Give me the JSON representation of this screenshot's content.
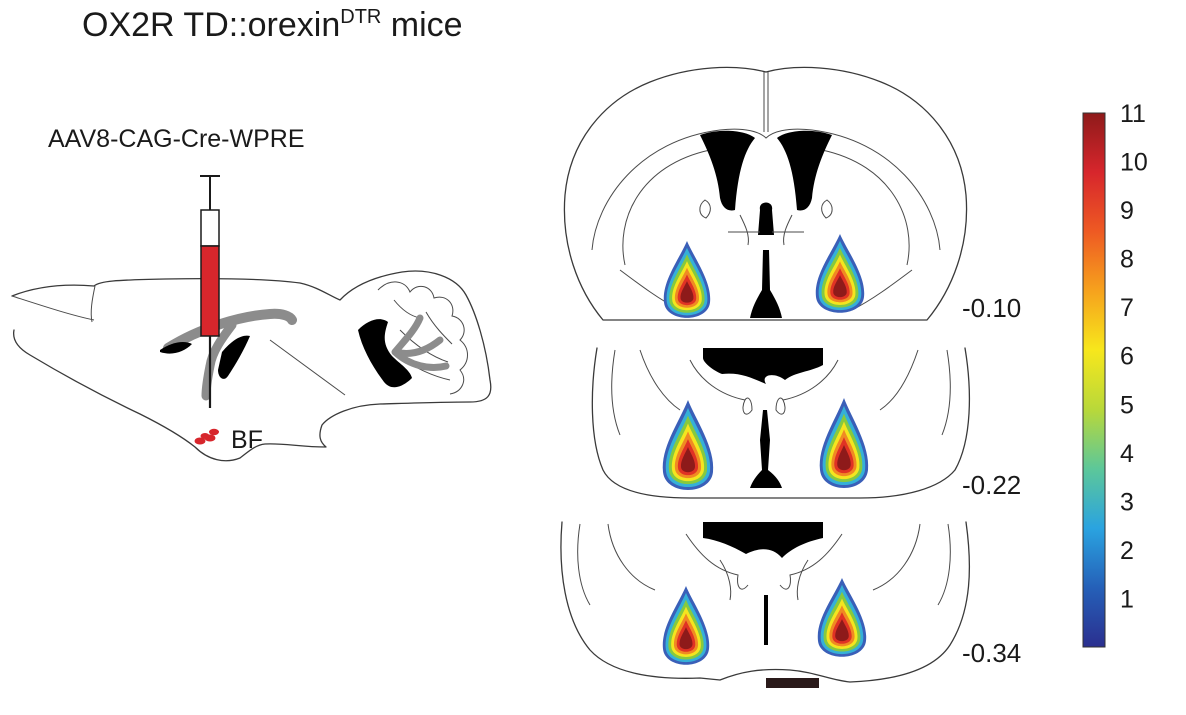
{
  "title": {
    "main": "OX2R TD::orexin",
    "superscript": "DTR",
    "suffix": " mice"
  },
  "injection": {
    "vector_label": "AAV8-CAG-Cre-WPRE",
    "target_label": "BF",
    "fluid_color": "#d7262c"
  },
  "sections": [
    {
      "level": "-0.10"
    },
    {
      "level": "-0.22"
    },
    {
      "level": "-0.34"
    }
  ],
  "colorbar": {
    "ticks": [
      "1",
      "2",
      "3",
      "4",
      "5",
      "6",
      "7",
      "8",
      "9",
      "10",
      "11"
    ],
    "min": 0,
    "max": 11,
    "stops": [
      "#2b2f8f",
      "#2560b8",
      "#2aa3e0",
      "#5cc79a",
      "#b8d83a",
      "#f7e71c",
      "#f6a21d",
      "#ee5a23",
      "#d7262c",
      "#8e1a1a"
    ]
  },
  "colors": {
    "heat_outer": "#3a5fb8",
    "heat_2": "#35b0d8",
    "heat_3": "#86c93f",
    "heat_4": "#f4e51f",
    "heat_5": "#f08a23",
    "heat_6": "#e03224",
    "heat_core": "#8e1a1a"
  }
}
